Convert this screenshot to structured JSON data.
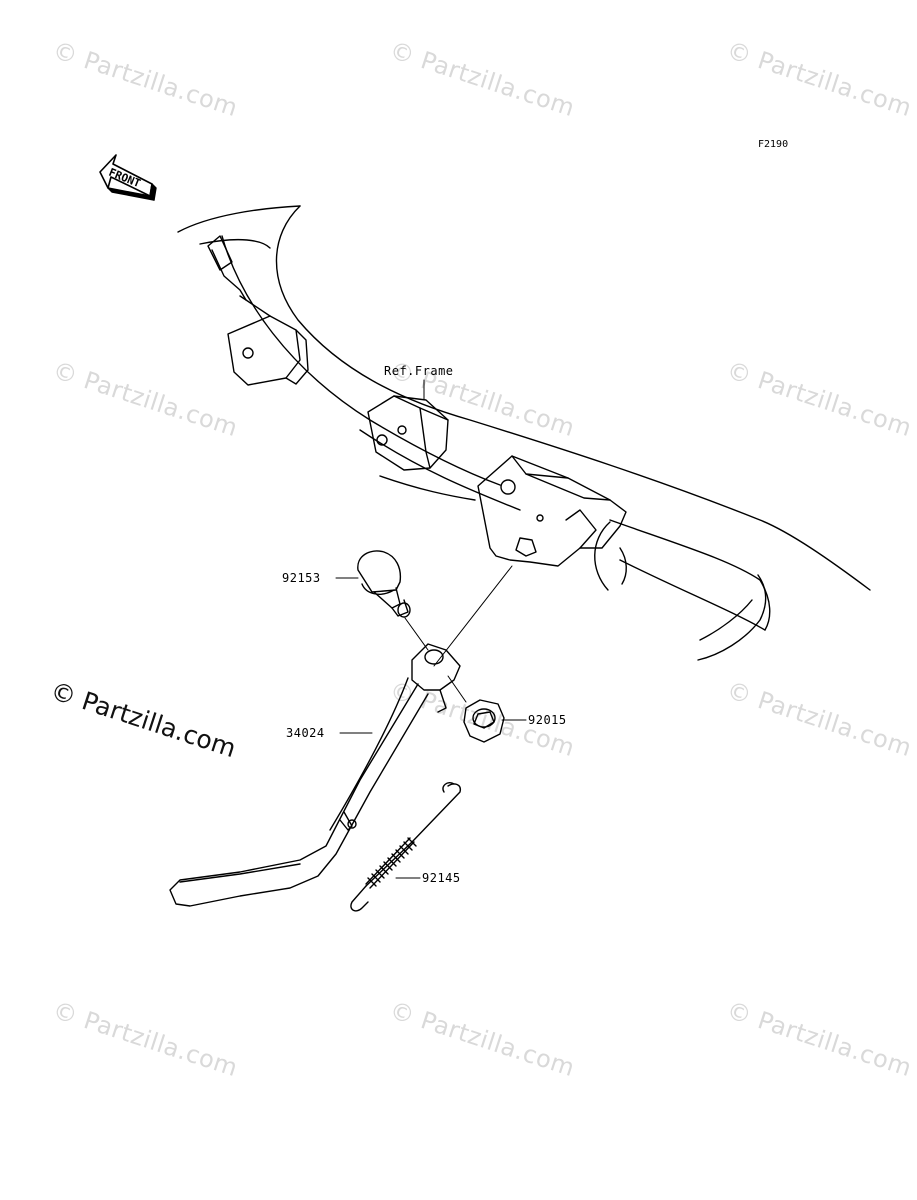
{
  "diagram_id": "F2190",
  "front_marker": "FRONT",
  "ref_label": "Ref.Frame",
  "watermark": "© Partzilla.com",
  "parts": [
    {
      "number": "92153"
    },
    {
      "number": "34024"
    },
    {
      "number": "92015"
    },
    {
      "number": "92145"
    }
  ],
  "colors": {
    "line": "#000000",
    "watermark": "#d9d9d9",
    "background": "#ffffff"
  }
}
